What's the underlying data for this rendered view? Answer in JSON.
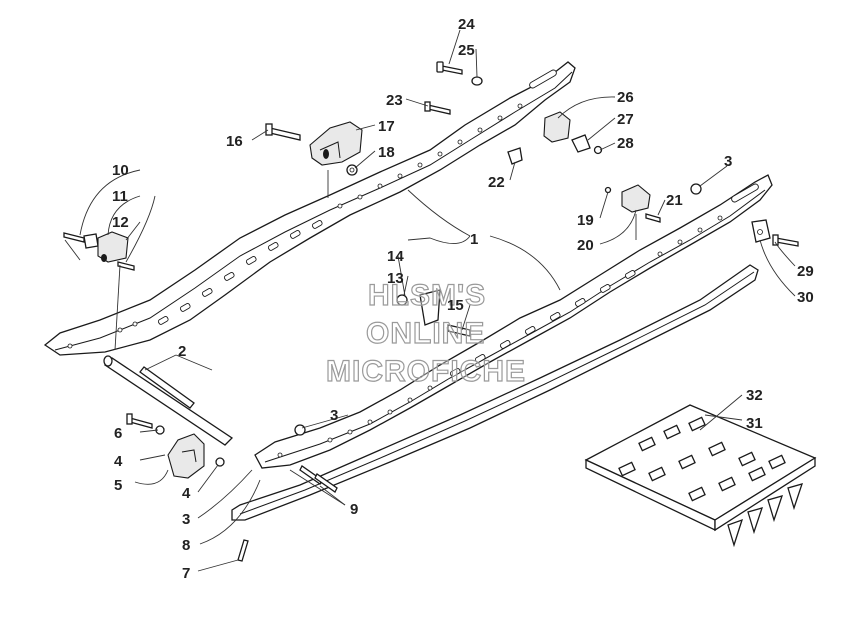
{
  "watermark": {
    "line1": "HLSM'S",
    "line2": "ONLINE",
    "line3": "MICROFICHE"
  },
  "callouts": {
    "c1": "1",
    "c2": "2",
    "c3a": "3",
    "c3b": "3",
    "c3c": "3",
    "c4a": "4",
    "c4b": "4",
    "c5": "5",
    "c6": "6",
    "c7": "7",
    "c8": "8",
    "c9": "9",
    "c10": "10",
    "c11": "11",
    "c12": "12",
    "c13": "13",
    "c14": "14",
    "c15": "15",
    "c16": "16",
    "c17": "17",
    "c18": "18",
    "c19": "19",
    "c20": "20",
    "c21": "21",
    "c22": "22",
    "c23": "23",
    "c24": "24",
    "c25": "25",
    "c26": "26",
    "c27": "27",
    "c28": "28",
    "c29": "29",
    "c30": "30",
    "c31": "31",
    "c32": "32"
  },
  "colors": {
    "line": "#1a1a1a",
    "watermark_stroke": "#9a9a9a"
  }
}
